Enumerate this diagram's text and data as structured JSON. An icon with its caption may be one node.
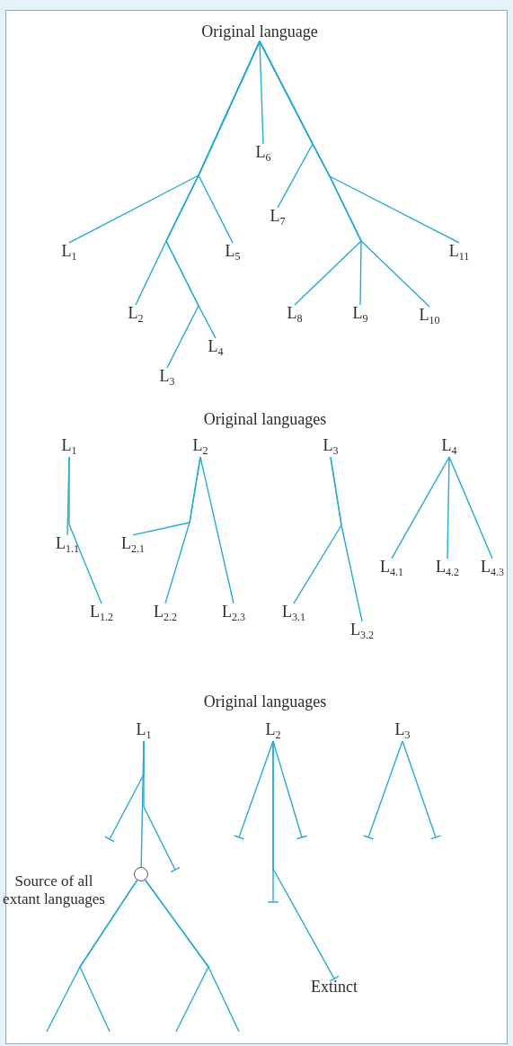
{
  "diagram": {
    "nodes": [
      {
        "text": [
          "Original language"
        ]
      },
      {
        "text": [
          "L$_{6}$"
        ]
      },
      {
        "text": [
          "L$_{1}$"
        ]
      },
      {
        "text": [
          "L$_{5}$"
        ]
      },
      {
        "text": [
          "L$_{7}$"
        ]
      },
      {
        "text": [
          "L$_{11}$"
        ]
      },
      {
        "text": [
          "L$_{2}$"
        ]
      },
      {
        "text": [
          "L$_{4}$"
        ]
      },
      {
        "text": [
          "L$_{3}$"
        ]
      },
      {
        "text": [
          "L$_{8}$"
        ]
      },
      {
        "text": [
          "L$_{9}$"
        ]
      },
      {
        "text": [
          "L$_{10}$"
        ]
      },
      {
        "text": [
          "L$_{1}$"
        ]
      },
      {
        "text": [
          "L$_{1.1}$"
        ]
      },
      {
        "text": [
          "L$_{1.2}$"
        ]
      },
      {
        "text": [
          "L$_{2}$"
        ]
      },
      {
        "text": [
          "L$_{2.1}$"
        ]
      },
      {
        "text": [
          "L$_{2.2}$"
        ]
      },
      {
        "text": [
          "L$_{2.3}$"
        ]
      },
      {
        "text": [
          "L$_{3}$"
        ]
      },
      {
        "text": [
          "L$_{3.1}$"
        ]
      },
      {
        "text": [
          "L$_{3.2}$"
        ]
      },
      {
        "text": [
          "L$_{4}$"
        ]
      },
      {
        "text": [
          "L$_{4.1}$"
        ]
      },
      {
        "text": [
          "L$_{4.2}$"
        ]
      },
      {
        "text": [
          "L$_{4.3}$"
        ]
      },
      {
        "text": [
          "L$_{1}$"
        ]
      },
      {
        "text": [
          "L$_{2}$"
        ]
      },
      {
        "text": [
          "L$_{3}$"
        ]
      },
      {
        "text": [],
        "shape": "circle",
        "beside": [
          "Source of all extant languages"
        ]
      },
      {
        "text": [
          "Extinct"
        ]
      }
    ],
    "edges": [
      {
        "from": 0,
        "to": 1,
        "arrow": "none"
      },
      {
        "from": 0,
        "to": 2,
        "arrow": "none"
      },
      {
        "from": 0,
        "to": 3,
        "arrow": "none"
      },
      {
        "from": 0,
        "to": 4,
        "arrow": "none"
      },
      {
        "from": 0,
        "to": 5,
        "arrow": "none"
      },
      {
        "from": 0,
        "to": 6,
        "arrow": "none"
      },
      {
        "from": 0,
        "to": 7,
        "arrow": "none"
      },
      {
        "from": 0,
        "to": 8,
        "arrow": "none"
      },
      {
        "from": 0,
        "to": 9,
        "arrow": "none"
      },
      {
        "from": 0,
        "to": 10,
        "arrow": "none"
      },
      {
        "from": 0,
        "to": 11,
        "arrow": "none"
      },
      {
        "from": 12,
        "to": 13,
        "arrow": "none"
      },
      {
        "from": 12,
        "to": 14,
        "arrow": "none"
      },
      {
        "from": 15,
        "to": 16,
        "arrow": "none"
      },
      {
        "from": 15,
        "to": 17,
        "arrow": "none"
      },
      {
        "from": 15,
        "to": 18,
        "arrow": "none"
      },
      {
        "from": 19,
        "to": 20,
        "arrow": "none"
      },
      {
        "from": 19,
        "to": 21,
        "arrow": "none"
      },
      {
        "from": 22,
        "to": 23,
        "arrow": "none"
      },
      {
        "from": 22,
        "to": 24,
        "arrow": "none"
      },
      {
        "from": 22,
        "to": 25,
        "arrow": "none"
      },
      {
        "from": 26,
        "to": null,
        "arrow": "other"
      },
      {
        "from": 26,
        "to": null,
        "arrow": "other"
      },
      {
        "from": 26,
        "to": 29,
        "arrow": "none"
      },
      {
        "from": 29,
        "to": null,
        "arrow": "none"
      },
      {
        "from": 29,
        "to": null,
        "arrow": "none"
      },
      {
        "from": 29,
        "to": null,
        "arrow": "none"
      },
      {
        "from": 29,
        "to": null,
        "arrow": "none"
      },
      {
        "from": 27,
        "to": null,
        "arrow": "other"
      },
      {
        "from": 27,
        "to": null,
        "arrow": "other"
      },
      {
        "from": 27,
        "to": null,
        "arrow": "other"
      },
      {
        "from": 27,
        "to": 30,
        "arrow": "other"
      },
      {
        "from": 28,
        "to": null,
        "arrow": "other"
      },
      {
        "from": 28,
        "to": null,
        "arrow": "other"
      }
    ],
    "labels": [
      "Original languages",
      "Original languages"
    ]
  }
}
